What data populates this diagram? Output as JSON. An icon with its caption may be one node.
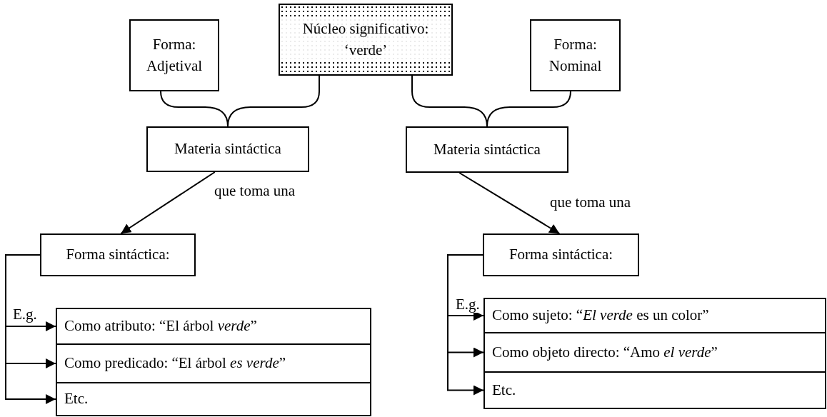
{
  "diagram": {
    "nodes": [
      {
        "text": [
          "Forma: Adjetival"
        ]
      },
      {
        "text": [
          "Núcleo significativo: ‘verde’"
        ]
      },
      {
        "text": [
          "Forma: Nominal"
        ]
      },
      {
        "text": [
          "Materia sintáctica"
        ]
      },
      {
        "text": [
          "Materia sintáctica"
        ]
      },
      {
        "text": [
          "Forma sintáctica:"
        ]
      },
      {
        "text": [
          "Forma sintáctica:"
        ]
      },
      {
        "text": [
          "Como atributo: “El árbol *verde*”"
        ]
      },
      {
        "text": [
          "Como predicado: “El árbol *es verde*”"
        ]
      },
      {
        "text": [
          "Etc."
        ]
      },
      {
        "text": [
          "Como sujeto: “*El verde* es un color”"
        ]
      },
      {
        "text": [
          "Como objeto directo: “Amo *el verde*”"
        ]
      },
      {
        "text": [
          "Etc."
        ]
      }
    ],
    "edges": [
      {
        "from": 0,
        "to": 3,
        "arrow": "none"
      },
      {
        "from": 1,
        "to": 3,
        "arrow": "none"
      },
      {
        "from": 1,
        "to": 4,
        "arrow": "none"
      },
      {
        "from": 2,
        "to": 4,
        "arrow": "none"
      },
      {
        "from": 3,
        "to": 5,
        "arrow": "to",
        "label": "que toma una"
      },
      {
        "from": 4,
        "to": 6,
        "arrow": "to",
        "label": "que toma una"
      },
      {
        "from": 5,
        "to": 7,
        "arrow": "to",
        "label": "E.g."
      },
      {
        "from": 5,
        "to": 8,
        "arrow": "to"
      },
      {
        "from": 5,
        "to": 9,
        "arrow": "to"
      },
      {
        "from": 6,
        "to": 10,
        "arrow": "to",
        "label": "E.g."
      },
      {
        "from": 6,
        "to": 11,
        "arrow": "to"
      },
      {
        "from": 6,
        "to": 12,
        "arrow": "to"
      }
    ]
  }
}
